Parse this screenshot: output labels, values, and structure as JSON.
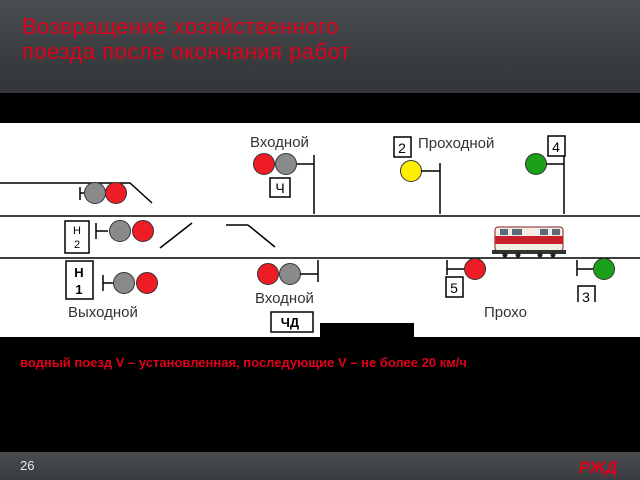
{
  "slide": {
    "title_line1": "Возвращение  хозяйственного",
    "title_line2": "поезда после окончания работ",
    "speed_note": "водный поезд  V – установленная, последующие V – не более 20 км/ч",
    "page_number": "26",
    "logo_text": "РЖД"
  },
  "diagram": {
    "labels": {
      "entry_top": "Входной",
      "passage_top": "Проходной",
      "entry_bottom": "Входной",
      "exit_bottom": "Выходной",
      "passage_bottom": "Прохо"
    },
    "plates": {
      "ch": "Ч",
      "chd": "ЧД",
      "n2": "Н\n2",
      "n1": "Н\n1",
      "s2": "2",
      "s4": "4",
      "s5": "5",
      "s3": "3"
    },
    "colors": {
      "red": "#ee1c25",
      "gray": "#8a8a8a",
      "yellow": "#ffee00",
      "green": "#1aa01a",
      "accent": "#e0001b"
    }
  }
}
